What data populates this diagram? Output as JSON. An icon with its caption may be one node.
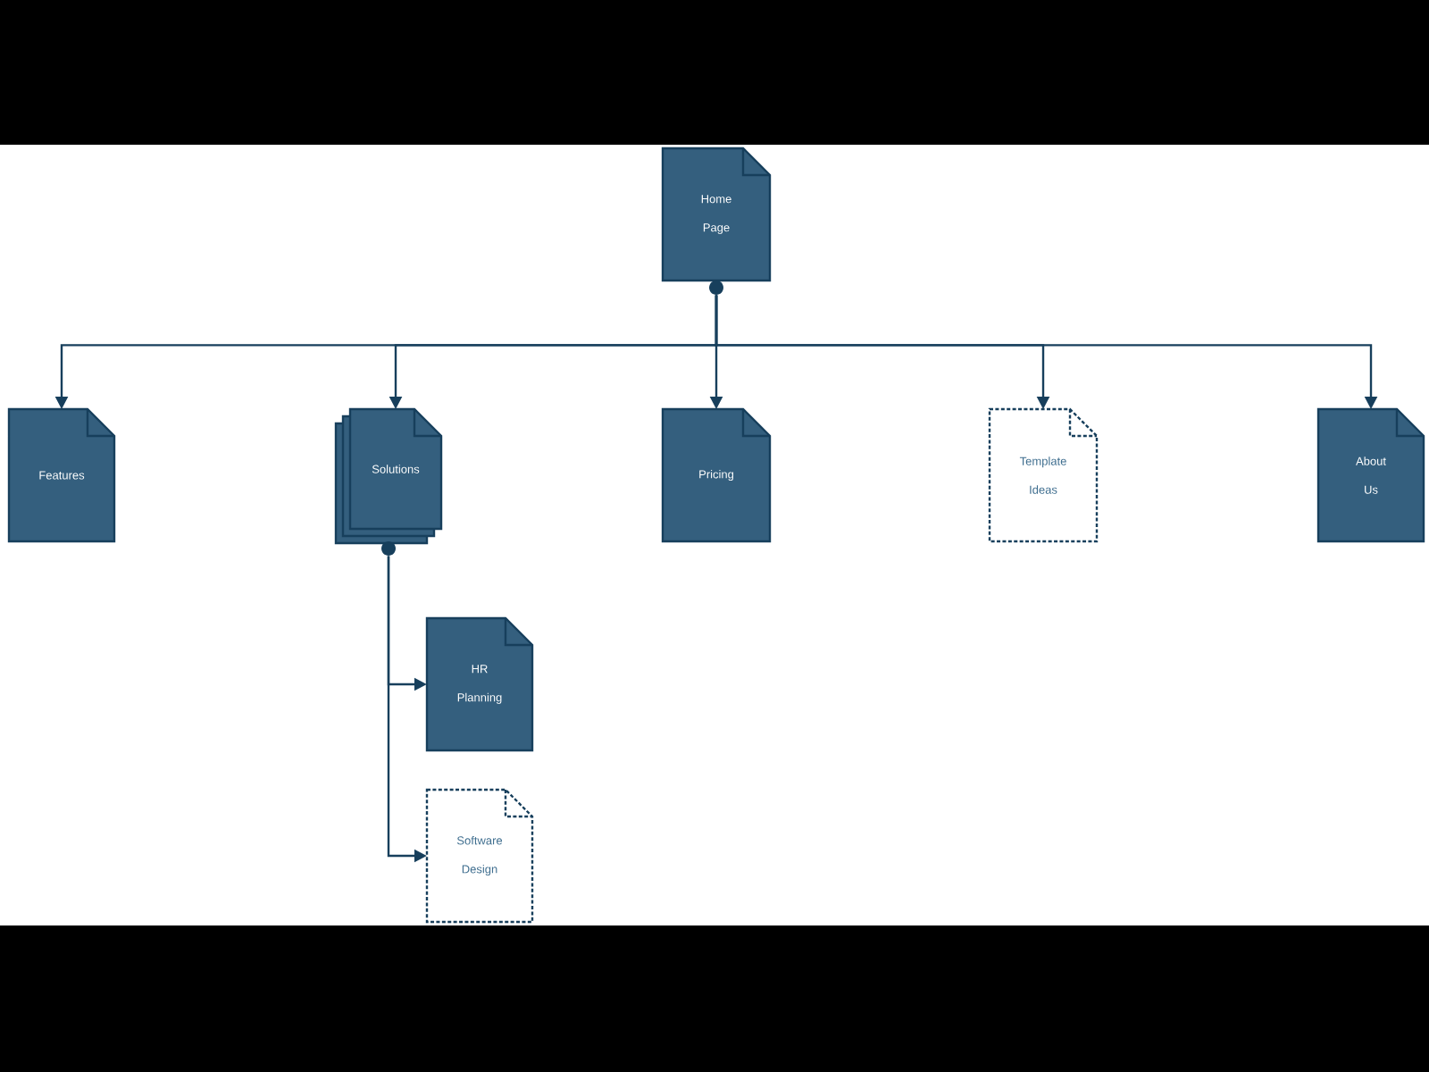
{
  "diagram": {
    "nodes": [
      {
        "text": [
          "Home Page"
        ]
      },
      {
        "text": [],
        "shape": "circle"
      },
      {
        "text": [
          "Features"
        ]
      },
      {
        "text": [
          "Solutions"
        ]
      },
      {
        "text": [
          "Pricing"
        ]
      },
      {
        "text": [
          "Template Ideas"
        ]
      },
      {
        "text": [
          "About Us"
        ]
      },
      {
        "text": [],
        "shape": "circle"
      },
      {
        "text": [
          "HR Planning"
        ]
      },
      {
        "text": [
          "Software Design"
        ]
      }
    ],
    "edges": [
      {
        "from": 1,
        "to": 2,
        "arrow": "to"
      },
      {
        "from": 1,
        "to": 3,
        "arrow": "to"
      },
      {
        "from": 1,
        "to": 4,
        "arrow": "to"
      },
      {
        "from": 1,
        "to": 5,
        "arrow": "to"
      },
      {
        "from": 1,
        "to": 6,
        "arrow": "to"
      },
      {
        "from": 7,
        "to": 8,
        "arrow": "to"
      },
      {
        "from": 7,
        "to": 9,
        "arrow": "to"
      }
    ]
  }
}
